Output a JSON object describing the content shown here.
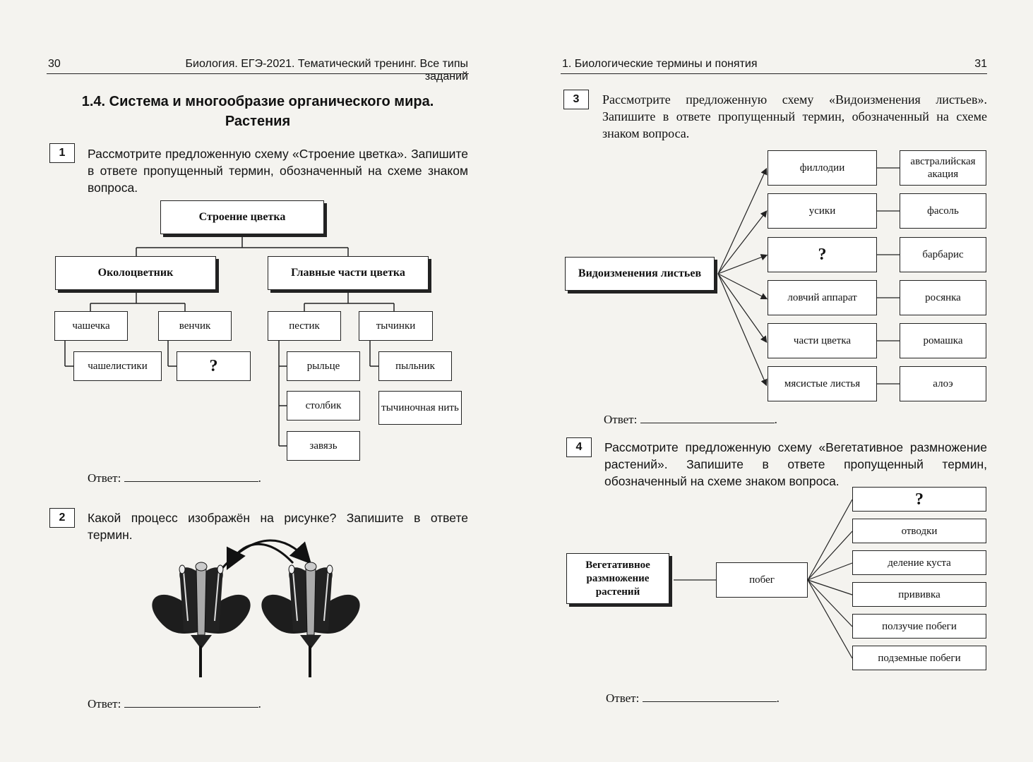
{
  "left_page": {
    "number": "30",
    "running_head": "Биология. ЕГЭ-2021. Тематический тренинг. Все типы заданий",
    "section_title_line1": "1.4. Система и многообразие органического мира.",
    "section_title_line2": "Растения",
    "q1": {
      "number": "1",
      "text": "Рассмотрите предложенную схему «Строение цветка». Запишите в ответе пропущенный термин, обозначенный на схеме знаком вопроса.",
      "diagram": {
        "root": "Строение цветка",
        "branch_left": "Околоцветник",
        "branch_right": "Главные части цветка",
        "calyx": "чашечка",
        "corolla": "венчик",
        "sepals": "чашелистики",
        "unknown": "?",
        "pistil": "пестик",
        "stamens": "тычинки",
        "stigma": "рыльце",
        "style": "столбик",
        "ovary": "завязь",
        "anther": "пыльник",
        "filament": "тычиночная нить"
      },
      "answer_label": "Ответ:",
      "answer_end": "."
    },
    "q2": {
      "number": "2",
      "text": "Какой процесс изображён на рисунке? Запишите в ответе термин.",
      "answer_label": "Ответ:",
      "answer_end": "."
    }
  },
  "right_page": {
    "number": "31",
    "running_head": "1. Биологические термины и понятия",
    "q3": {
      "number": "3",
      "text": "Рассмотрите предложенную схему «Видоизменения листьев». Запишите в ответе пропущенный термин, обозначенный на схеме знаком вопроса.",
      "diagram": {
        "root": "Видоизменения листьев",
        "rows": [
          {
            "form": "филлодии",
            "example": "австралийская акация"
          },
          {
            "form": "усики",
            "example": "фасоль"
          },
          {
            "form": "?",
            "example": "барбарис"
          },
          {
            "form": "ловчий аппарат",
            "example": "росянка"
          },
          {
            "form": "части цветка",
            "example": "ромашка"
          },
          {
            "form": "мясистые листья",
            "example": "алоэ"
          }
        ]
      },
      "answer_label": "Ответ:",
      "answer_end": "."
    },
    "q4": {
      "number": "4",
      "text": "Рассмотрите предложенную схему «Вегетативное размножение растений». Запишите в ответе пропущенный термин, обозначенный на схеме знаком вопроса.",
      "diagram": {
        "root": "Вегетативное размножение растений",
        "middle": "побег",
        "leaves": [
          "?",
          "отводки",
          "деление куста",
          "прививка",
          "ползучие побеги",
          "подземные побеги"
        ]
      },
      "answer_label": "Ответ:",
      "answer_end": "."
    }
  }
}
